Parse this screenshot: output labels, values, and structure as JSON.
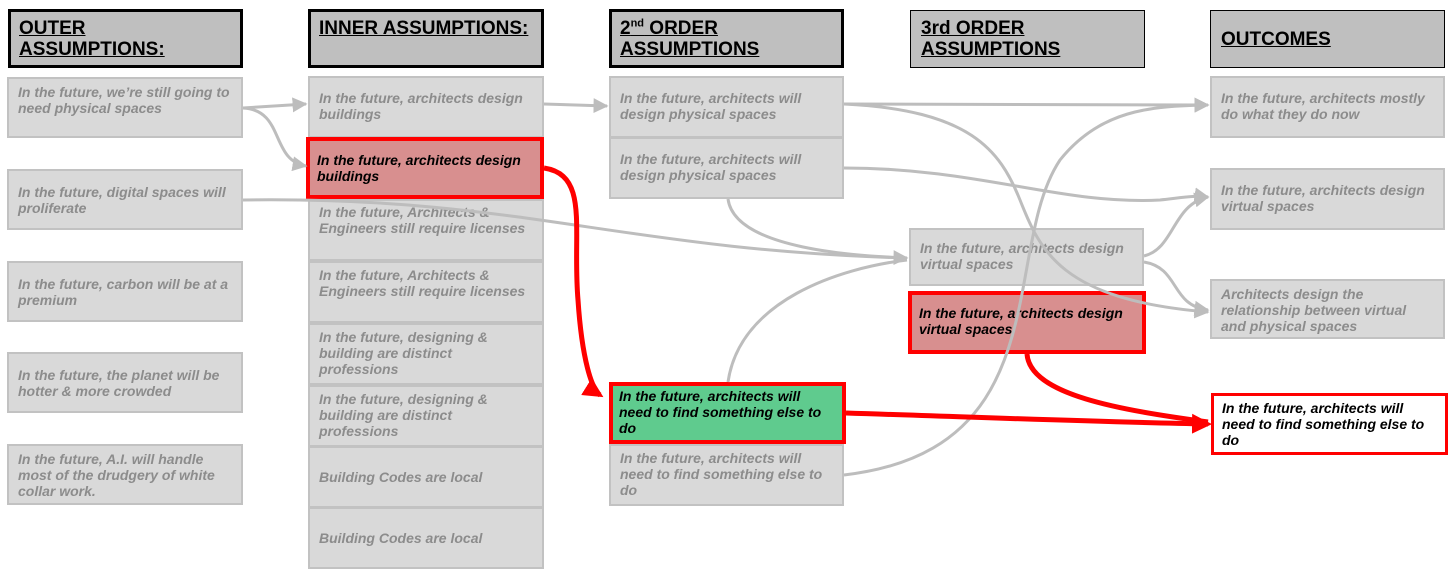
{
  "headers": {
    "outer": "OUTER ASSUMPTIONS:",
    "inner": "INNER ASSUMPTIONS:",
    "second_num": "2",
    "second_sup": "nd",
    "second_rest": " ORDER ASSUMPTIONS",
    "third": "3rd ORDER ASSUMPTIONS",
    "outcomes": "OUTCOMES"
  },
  "outer": [
    "In the future, we’re still going to need physical spaces",
    "In the future, digital spaces will proliferate",
    "In the future, carbon will be at a premium",
    "In the future, the planet will be hotter & more crowded",
    "In the future, A.I. will handle most of the drudgery of white collar work."
  ],
  "inner": [
    "In the future, architects design buildings",
    "In the future, architects design buildings",
    "In the future, Architects & Engineers still require licenses",
    "In the future, Architects & Engineers still require licenses",
    "In the future, designing & building are distinct professions",
    "In the future, designing & building are distinct professions",
    "Building Codes are local",
    "Building Codes are local"
  ],
  "second": [
    "In the future, architects will design physical spaces",
    "In the future, architects will design physical spaces",
    "In the future, architects will need to find something else to do",
    "In the future, architects will need to find something else to do"
  ],
  "third": [
    "In the future, architects design virtual spaces",
    "In the future, architects design virtual spaces"
  ],
  "outcomes": [
    "In the future, architects mostly do what they do now",
    "In the future, architects design virtual spaces",
    "Architects design the relationship between virtual and physical spaces",
    "In the future, architects will need to find something else to do"
  ],
  "colors": {
    "highlight_red": "#ff0000",
    "box_gray": "#d9d9d9",
    "arrow_gray": "#bdbdbd",
    "green": "#5fcb8e"
  }
}
